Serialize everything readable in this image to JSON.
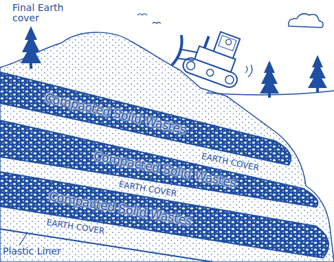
{
  "diagram": {
    "labels": [
      "Final Earth cover",
      "Compacted Solid Wastes",
      "EARTH COVER",
      "Compacted Solid Wastes",
      "EARTH COVER",
      "Compacted Solid Wastes",
      "EARTH COVER",
      "Plastic Liner"
    ]
  }
}
